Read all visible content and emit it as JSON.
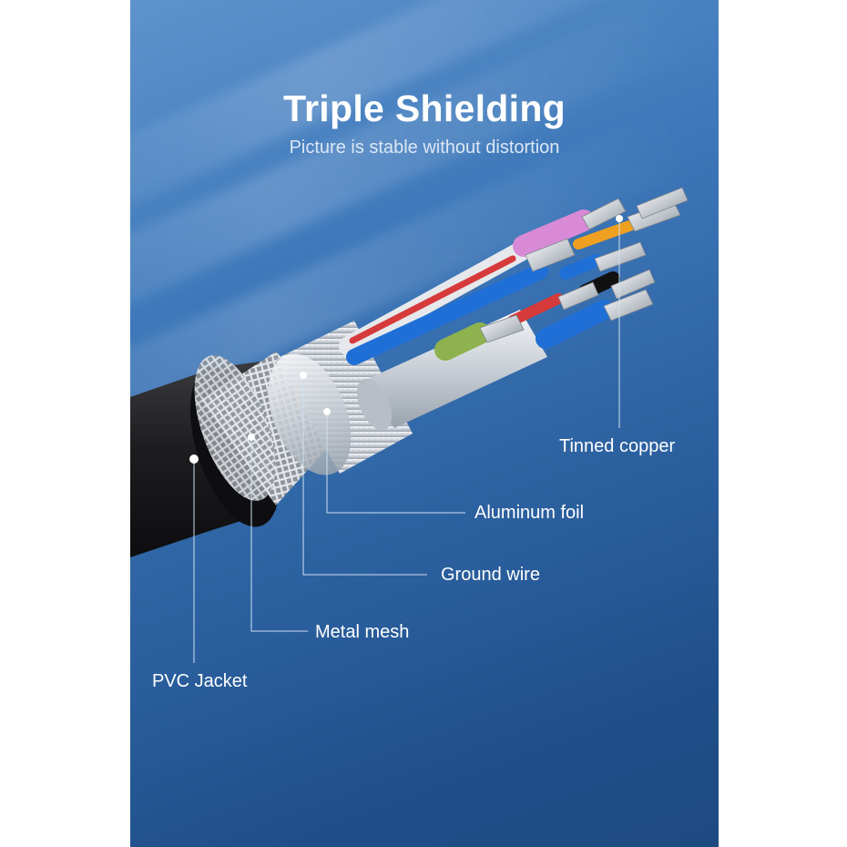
{
  "header": {
    "title": "Triple Shielding",
    "subtitle": "Picture is stable without distortion"
  },
  "callouts": {
    "tinned_copper": "Tinned copper",
    "aluminum_foil": "Aluminum foil",
    "ground_wire": "Ground wire",
    "metal_mesh": "Metal mesh",
    "pvc_jacket": "PVC Jacket"
  },
  "colors": {
    "background_top": "#5e93cc",
    "background_bottom": "#1d4a80",
    "jacket": "#1b1b1d",
    "foil": "#d9dde2",
    "wire_blue": "#1f6fd6",
    "wire_red": "#d63a3a",
    "wire_pink": "#d98ad6",
    "wire_orange": "#f0a020",
    "wire_green": "#8db24e",
    "wire_black": "#111111"
  }
}
